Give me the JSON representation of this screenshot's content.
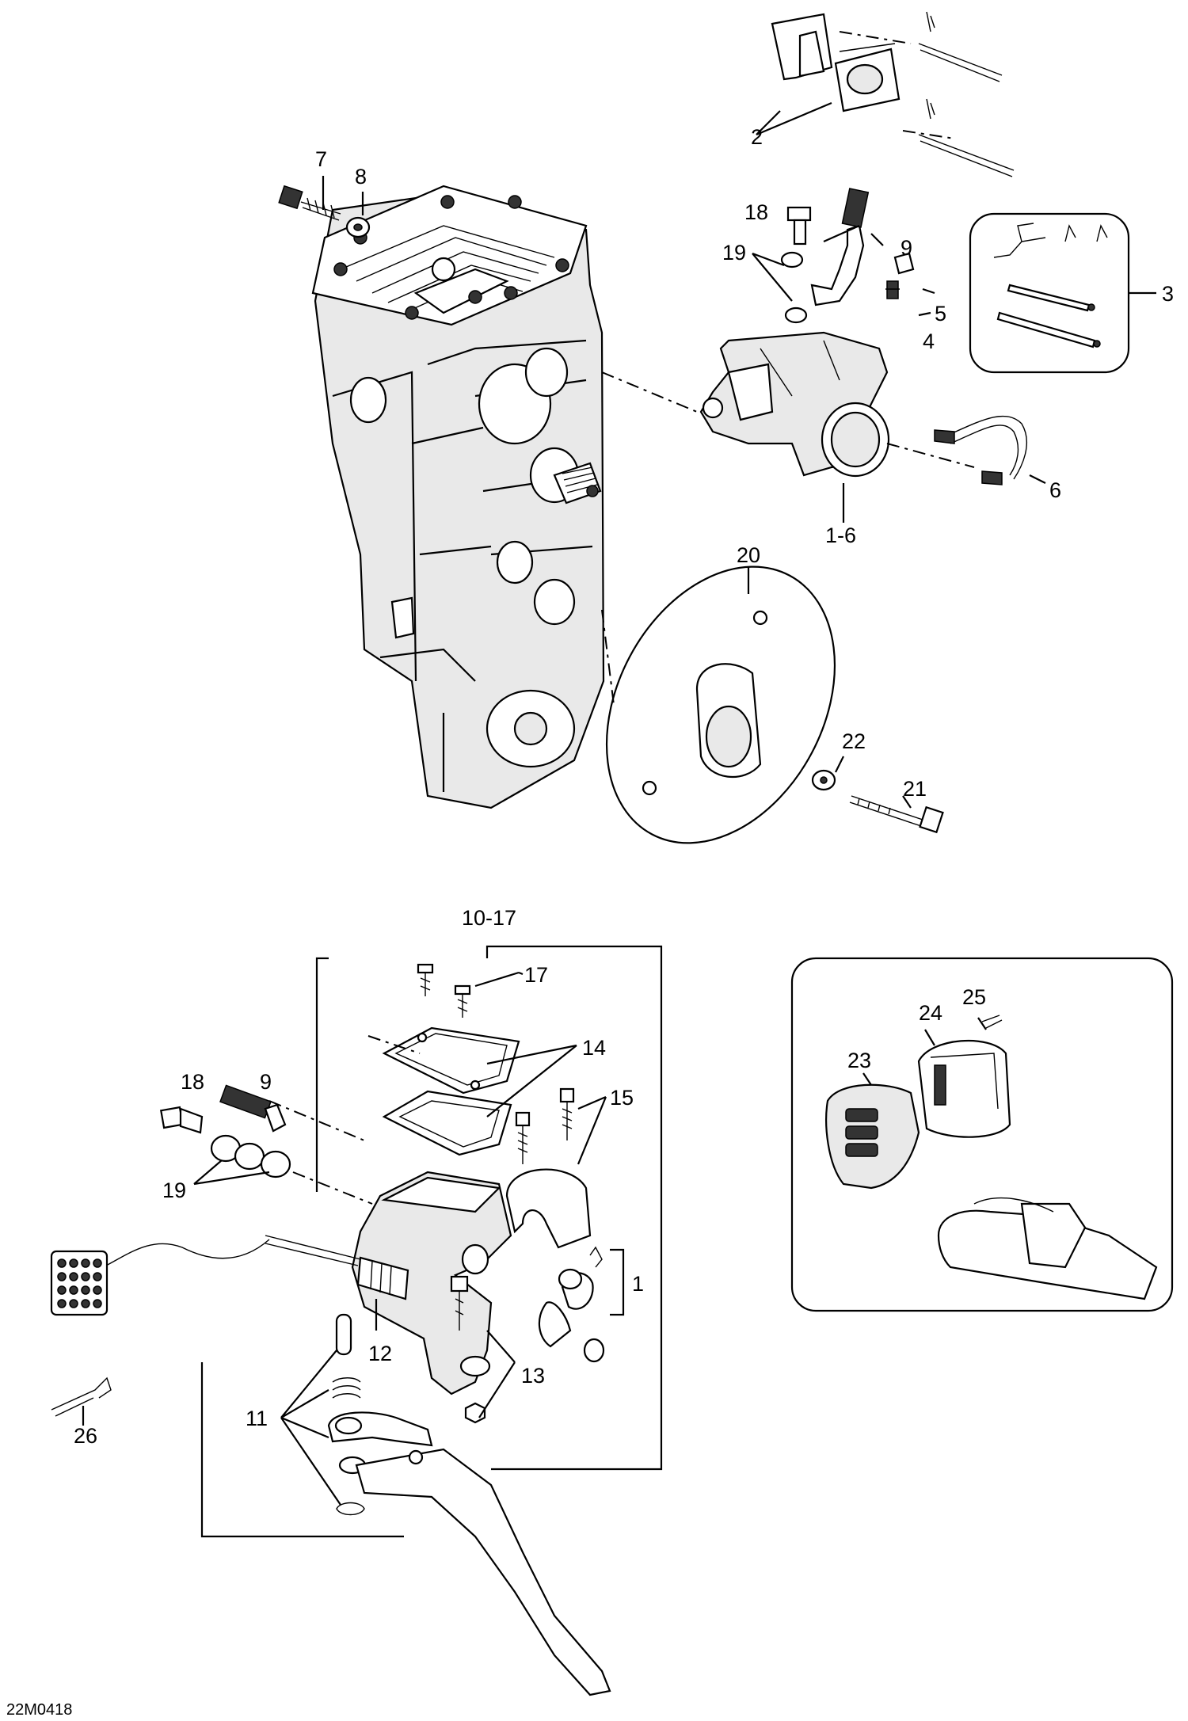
{
  "drawing_code": "22M0418",
  "callouts": {
    "c1": "1",
    "c1_6": "1-6",
    "c2": "2",
    "c3": "3",
    "c4": "4",
    "c5": "5",
    "c6": "6",
    "c7": "7",
    "c8": "8",
    "c9a": "9",
    "c9b": "9",
    "c10_17": "10-17",
    "c11": "11",
    "c12": "12",
    "c13": "13",
    "c14": "14",
    "c15": "15",
    "c17": "17",
    "c18a": "18",
    "c18b": "18",
    "c19a": "19",
    "c19b": "19",
    "c20": "20",
    "c21": "21",
    "c22": "22",
    "c23": "23",
    "c24": "24",
    "c25": "25",
    "c26": "26"
  }
}
